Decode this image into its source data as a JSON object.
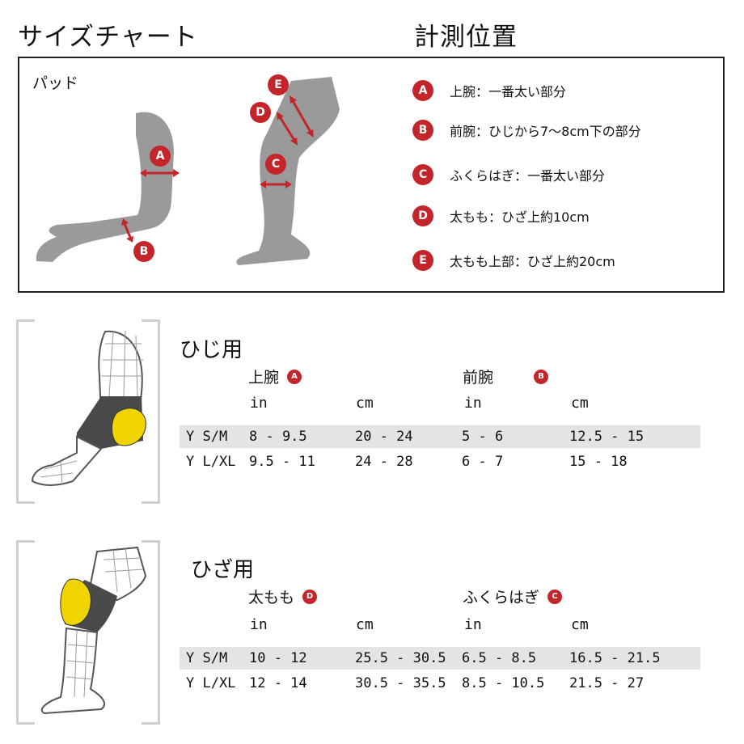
{
  "header": {
    "size_chart_title": "サイズチャート",
    "measure_title": "計測位置"
  },
  "measure_panel": {
    "pads_label": "パッド",
    "legend": [
      {
        "letter": "A",
        "text": "上腕：一番太い部分"
      },
      {
        "letter": "B",
        "text": "前腕：ひじから7〜8cm下の部分"
      },
      {
        "letter": "C",
        "text": "ふくらはぎ：一番太い部分"
      },
      {
        "letter": "D",
        "text": "太もも：ひざ上約10cm"
      },
      {
        "letter": "E",
        "text": "太もも上部：ひざ上約20cm"
      }
    ]
  },
  "elbow": {
    "title": "ひじ用",
    "groups": [
      {
        "name": "上腕",
        "letter": "A"
      },
      {
        "name": "前腕",
        "letter": "B"
      }
    ],
    "units": [
      "in",
      "cm",
      "in",
      "cm"
    ],
    "rows": [
      {
        "size": "Y  S/M",
        "cells": [
          "8 - 9.5",
          "20 - 24",
          "5 - 6",
          "12.5 - 15"
        ]
      },
      {
        "size": "Y  L/XL",
        "cells": [
          "9.5 - 11",
          "24 - 28",
          "6 - 7",
          "15 - 18"
        ]
      }
    ]
  },
  "knee": {
    "title": "ひざ用",
    "groups": [
      {
        "name": "太もも",
        "letter": "D"
      },
      {
        "name": "ふくらはぎ",
        "letter": "C"
      }
    ],
    "units": [
      "in",
      "cm",
      "in",
      "cm"
    ],
    "rows": [
      {
        "size": "Y  S/M",
        "cells": [
          "10 - 12",
          "25.5 - 30.5",
          "6.5 - 8.5",
          "16.5 - 21.5"
        ]
      },
      {
        "size": "Y  L/XL",
        "cells": [
          "12 - 14",
          "30.5 - 35.5",
          "8.5 - 10.5",
          "21.5 - 27"
        ]
      }
    ]
  },
  "colors": {
    "accent_red": "#c3252b",
    "limb_gray": "#9a9a9a",
    "pad_yellow": "#f0d400",
    "row_shade": "#e4e4e4"
  }
}
